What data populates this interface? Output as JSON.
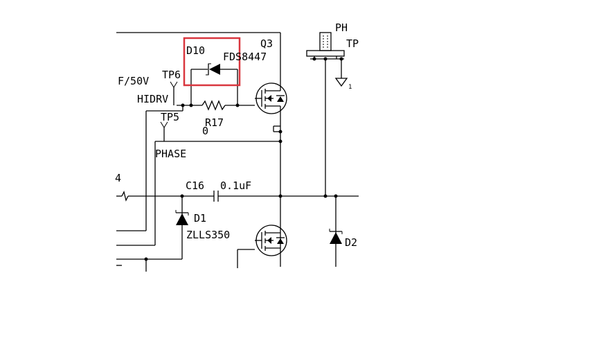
{
  "schematic": {
    "highlight_color": "#d9363e",
    "wire_color": "#000000",
    "labels": {
      "d10": "D10",
      "fds": "FDS8447",
      "q3": "Q3",
      "ph": "PH",
      "tp": "TP",
      "cap": "F/50V",
      "tp6": "TP6",
      "hidrv": "HIDRV",
      "tp5": "TP5",
      "r17": "R17",
      "zero": "0",
      "phase": "PHASE",
      "four": "4",
      "c16": "C16",
      "c16val": "0.1uF",
      "d1": "D1",
      "zlls": "ZLLS350",
      "d2": "D2",
      "gnd": "1"
    }
  }
}
